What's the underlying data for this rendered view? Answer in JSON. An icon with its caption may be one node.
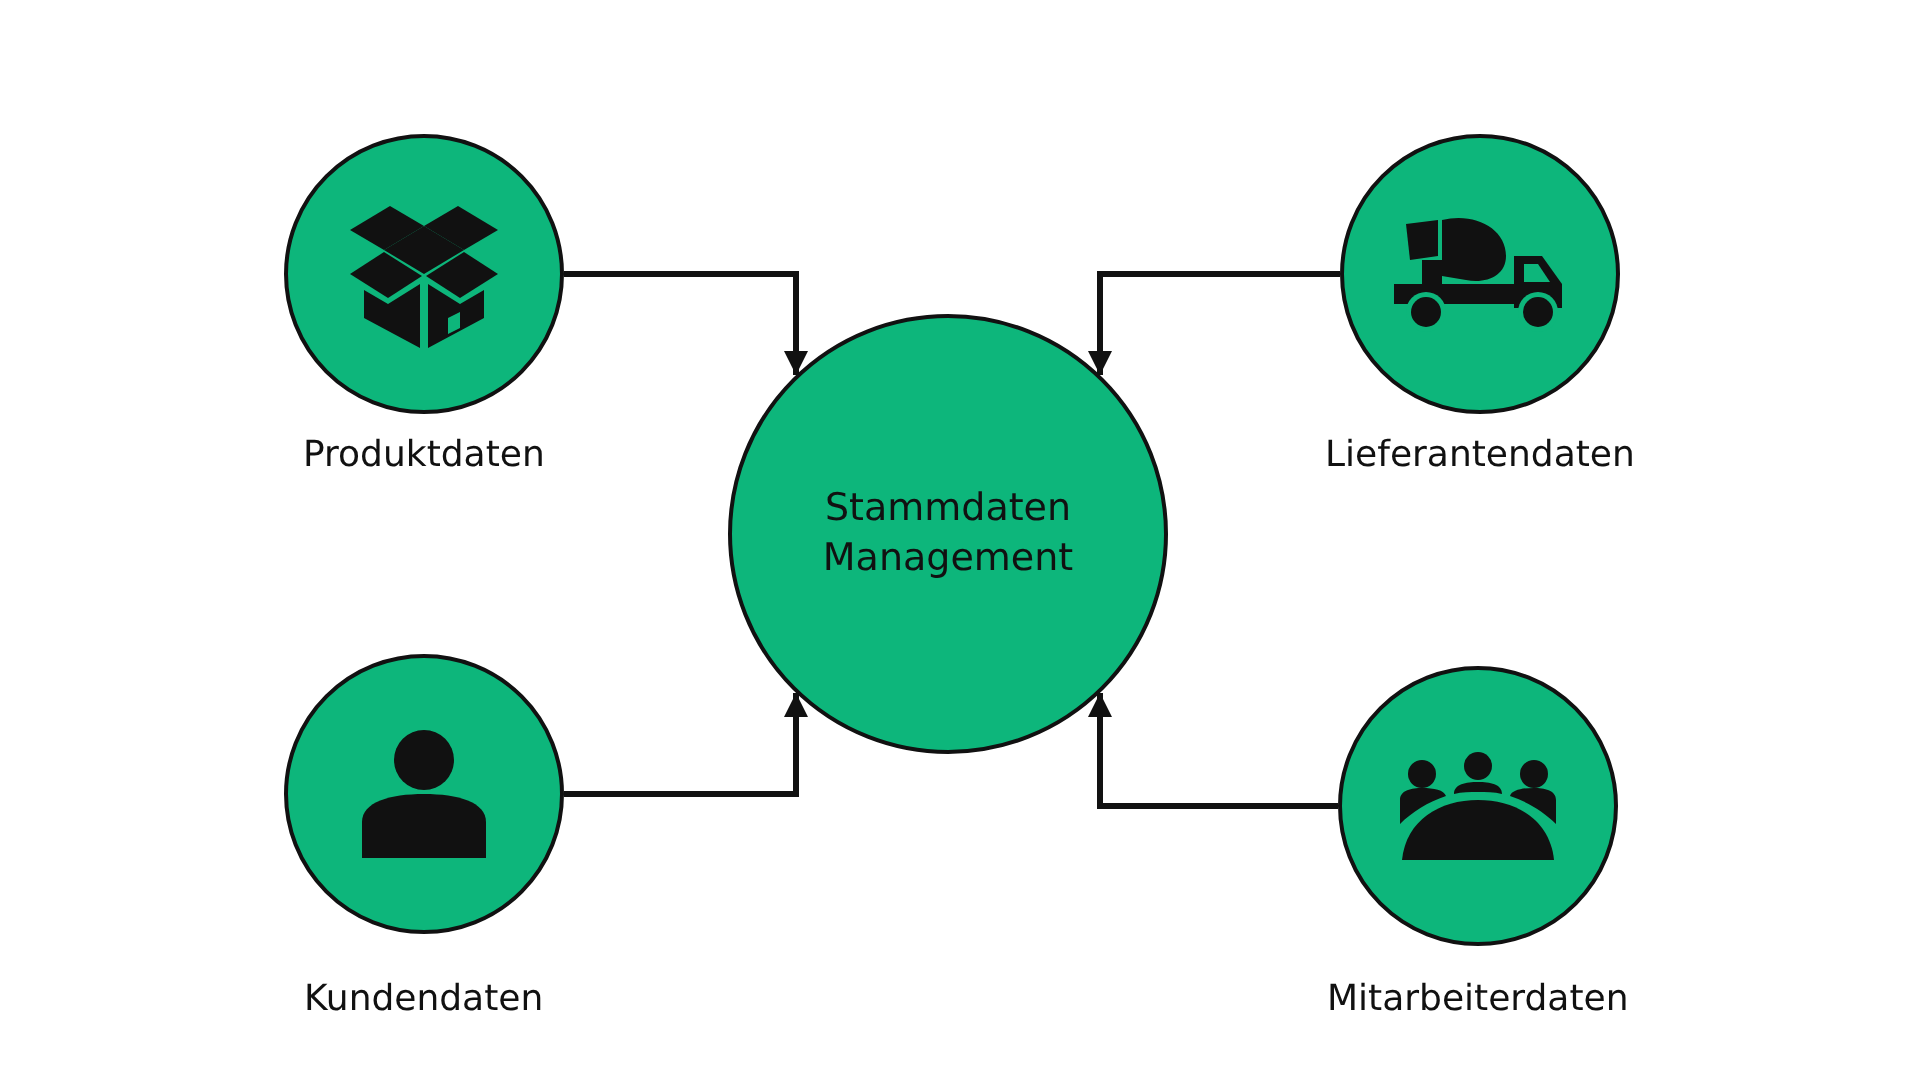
{
  "diagram": {
    "nodes": [
      {
        "text": [
          "Produktdaten"
        ]
      },
      {
        "text": [
          "Lieferantendaten"
        ]
      },
      {
        "text": [
          "Stammdaten Management"
        ]
      },
      {
        "text": [
          "Kundendaten"
        ]
      },
      {
        "text": [
          "Mitarbeiterdaten"
        ]
      }
    ],
    "edges": [
      {
        "from": 0,
        "to": 2,
        "arrow": "to"
      },
      {
        "from": 1,
        "to": 2,
        "arrow": "to"
      },
      {
        "from": 3,
        "to": 2,
        "arrow": "to"
      },
      {
        "from": 4,
        "to": 2,
        "arrow": "to"
      }
    ]
  }
}
